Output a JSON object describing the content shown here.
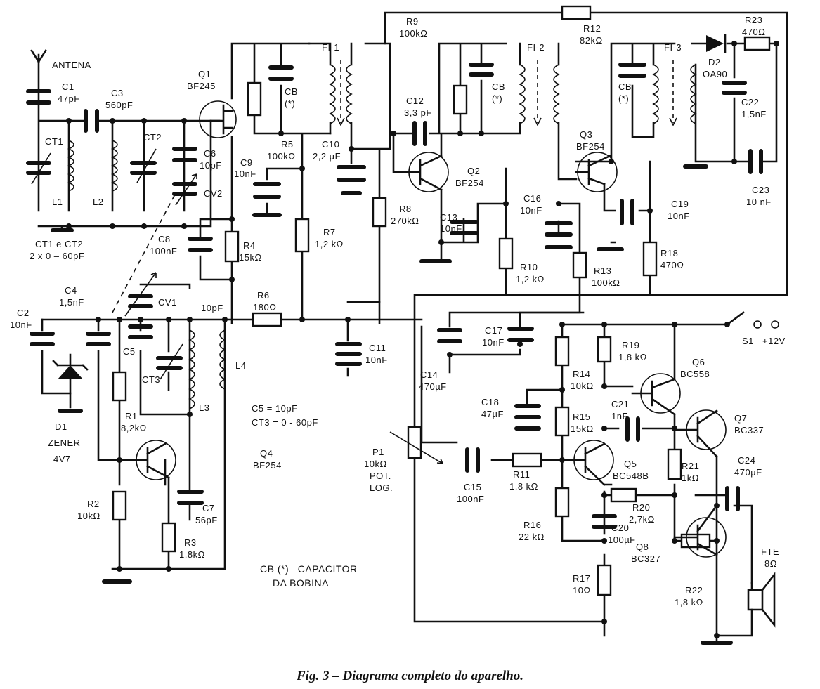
{
  "figure_caption": "Fig. 3 – Diagrama completo do aparelho.",
  "labels": {
    "antena": "ANTENA",
    "c1": "C1",
    "c1v": "47pF",
    "c3": "C3",
    "c3v": "560pF",
    "ct1": "CT1",
    "ct2": "CT2",
    "l1": "L1",
    "l2": "L2",
    "ctboth": "CT1 e CT2",
    "ctboth_v": "2 x 0 – 60pF",
    "q1": "Q1",
    "q1v": "BF245",
    "c6": "C6",
    "c6v": "10pF",
    "cv2": "CV2",
    "fi1": "FI-1",
    "fi2": "FI-2",
    "fi3": "FI-3",
    "cb": "CB",
    "ast": "(*)",
    "r5": "R5",
    "r5v": "100kΩ",
    "c9": "C9",
    "c9v": "10nF",
    "c10": "C10",
    "c10v": "2,2 µF",
    "r9": "R9",
    "r9v": "100kΩ",
    "c12": "C12",
    "c12v": "3,3 pF",
    "q2": "Q2",
    "q2v": "BF254",
    "r8": "R8",
    "r8v": "270kΩ",
    "r7": "R7",
    "r7v": "1,2 kΩ",
    "c13": "C13",
    "c13v": "10nF",
    "r10": "R10",
    "r10v": "1,2 kΩ",
    "c16": "C16",
    "c16v": "10nF",
    "r12": "R12",
    "r12v": "82kΩ",
    "q3": "Q3",
    "q3v": "BF254",
    "r13": "R13",
    "r13v": "100kΩ",
    "c19": "C19",
    "c19v": "10nF",
    "r18": "R18",
    "r18v": "470Ω",
    "d2": "D2",
    "d2v": "OA90",
    "r23": "R23",
    "r23v": "470Ω",
    "c22": "C22",
    "c22v": "1,5nF",
    "c23": "C23",
    "c23v": "10 nF",
    "c8": "C8",
    "c8v": "100nF",
    "r4": "R4",
    "r4v": "15kΩ",
    "c2": "C2",
    "c2v": "10nF",
    "c4": "C4",
    "c4v": "1,5nF",
    "cv1": "CV1",
    "pf10": "10pF",
    "r6": "R6",
    "r6v": "180Ω",
    "c11": "C11",
    "c11v": "10nF",
    "c5": "C5",
    "ct3": "CT3",
    "l3": "L3",
    "l4": "L4",
    "c5note": "C5 = 10pF",
    "ct3note": "CT3 = 0 - 60pF",
    "d1": "D1",
    "d1a": "ZENER",
    "d1b": "4V7",
    "r1": "R1",
    "r1v": "8,2kΩ",
    "q4": "Q4",
    "q4v": "BF254",
    "r2": "R2",
    "r2v": "10kΩ",
    "c7": "C7",
    "c7v": "56pF",
    "r3": "R3",
    "r3v": "1,8kΩ",
    "cbnote1": "CB (*)– CAPACITOR",
    "cbnote2": "DA  BOBINA",
    "c14": "C14",
    "c14v": "470µF",
    "c17": "C17",
    "c17v": "10nF",
    "s1": "S1",
    "v12": "+12V",
    "r19": "R19",
    "r19v": "1,8 kΩ",
    "q6": "Q6",
    "q6v": "BC558",
    "r14": "R14",
    "r14v": "10kΩ",
    "c18": "C18",
    "c18v": "47µF",
    "r15": "R15",
    "r15v": "15kΩ",
    "c21": "C21",
    "c21v": "1nF",
    "q7": "Q7",
    "q7v": "BC337",
    "p1": "P1",
    "p1v": "10kΩ",
    "p1a": "POT.",
    "p1b": "LOG.",
    "c15": "C15",
    "c15v": "100nF",
    "r11": "R11",
    "r11v": "1,8 kΩ",
    "q5": "Q5",
    "q5v": "BC548B",
    "r21": "R21",
    "r21v": "1kΩ",
    "c24": "C24",
    "c24v": "470µF",
    "r20": "R20",
    "r20v": "2,7kΩ",
    "r16": "R16",
    "r16v": "22 kΩ",
    "c20": "C20",
    "c20v": "100µF",
    "q8": "Q8",
    "q8v": "BC327",
    "fte": "FTE",
    "fte_v": "8Ω",
    "r17": "R17",
    "r17v": "10Ω",
    "r22": "R22",
    "r22v": "1,8 kΩ"
  }
}
